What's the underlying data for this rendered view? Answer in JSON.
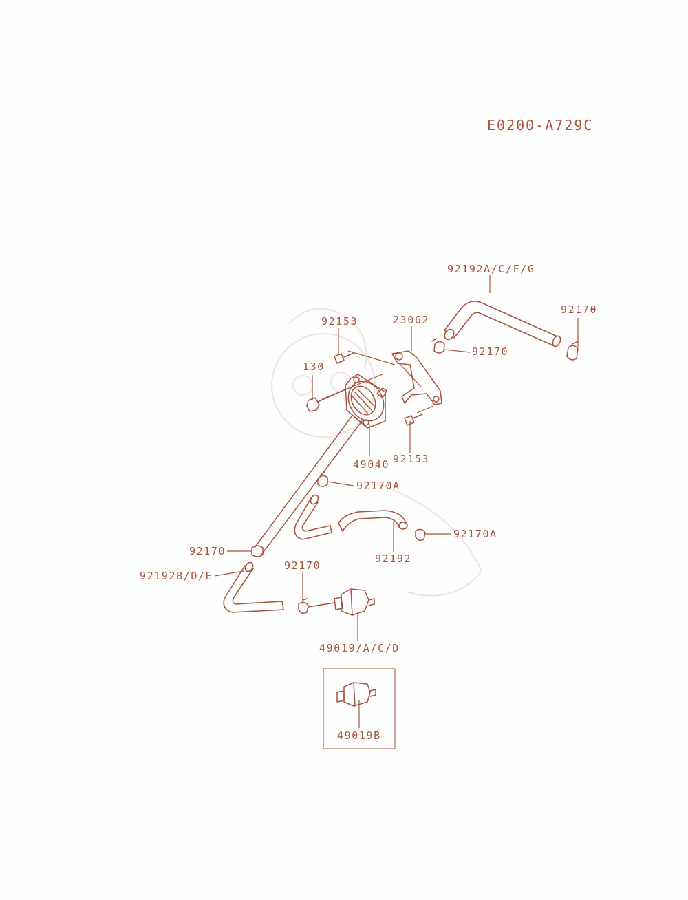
{
  "diagram": {
    "reference_code": "E0200-A729C",
    "colors": {
      "ink": "#a8533b",
      "background": "#fefefe"
    },
    "part_labels": {
      "p92192_acfg": "92192A/C/F/G",
      "p92170_top_right": "92170",
      "p92153_top": "92153",
      "p23062": "23062",
      "p92170_mid": "92170",
      "p130": "130",
      "p49040": "49040",
      "p92153_bottom": "92153",
      "p92170a_upper": "92170A",
      "p92170a_lower": "92170A",
      "p92192": "92192",
      "p92170_left": "92170",
      "p92192_bde": "92192B/D/E",
      "p92170_filter": "92170",
      "p49019_acd": "49019/A/C/D",
      "p49019b": "49019B"
    }
  }
}
